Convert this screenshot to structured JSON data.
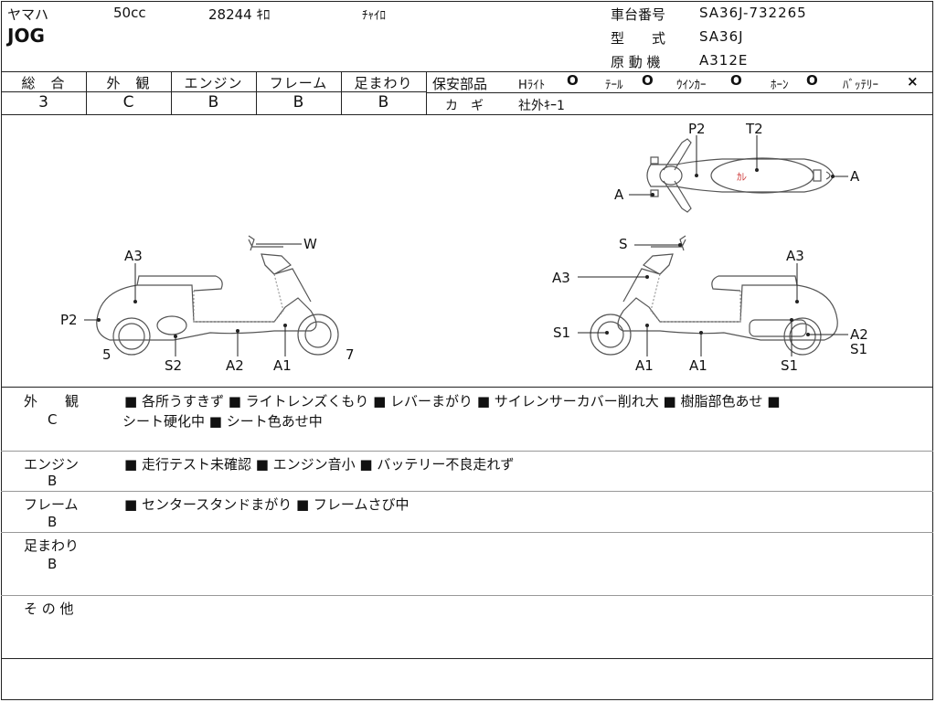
{
  "header": {
    "maker": "ヤマハ",
    "displacement": "50cc",
    "mileage": "28244 ｷﾛ",
    "color": "ﾁｬｲﾛ",
    "model_name": "JOG",
    "frame_no_label": "車台番号",
    "frame_no": "SA36J-732265",
    "type_label": "型　　式",
    "type_value": "SA36J",
    "engine_label": "原 動 機",
    "engine_value": "A312E"
  },
  "grades": {
    "headers": [
      "総　合",
      "外　観",
      "エンジン",
      "フレーム",
      "足まわり"
    ],
    "values": [
      "3",
      "C",
      "B",
      "B",
      "B"
    ]
  },
  "safety": {
    "label": "保安部品",
    "items": [
      {
        "name": "Hﾗｲﾄ",
        "mark": "O"
      },
      {
        "name": "ﾃｰﾙ",
        "mark": "O"
      },
      {
        "name": "ｳｲﾝｶｰ",
        "mark": "O"
      },
      {
        "name": "ﾎｰﾝ",
        "mark": "O"
      },
      {
        "name": "ﾊﾞｯﾃﾘｰ",
        "mark": "×"
      }
    ],
    "key_label": "カ　ギ",
    "key_value": "社外ｷｰ1"
  },
  "diagram_labels": {
    "top_p2": "P2",
    "top_t2": "T2",
    "top_a_right": "A",
    "top_a_left": "A",
    "top_mark": "ｶﾚ",
    "left_w": "W",
    "left_a3": "A3",
    "left_p2": "P2",
    "left_5": "5",
    "left_s2": "S2",
    "left_a2": "A2",
    "left_a1": "A1",
    "left_7": "7",
    "right_s": "S",
    "right_a3_left": "A3",
    "right_a3_right": "A3",
    "right_s1_left": "S1",
    "right_a1_a": "A1",
    "right_a1_b": "A1",
    "right_s1_bottom": "S1",
    "right_a2": "A2",
    "right_s1_right": "S1"
  },
  "remarks": [
    {
      "title": "外　　観",
      "grade": "C",
      "line1": "■ 各所うすきず ■ ライトレンズくもり ■ レバーまがり ■ サイレンサーカバー削れ大 ■ 樹脂部色あせ ■",
      "line2": "シート硬化中 ■ シート色あせ中"
    },
    {
      "title": "エンジン",
      "grade": "B",
      "line1": "■ 走行テスト未確認 ■ エンジン音小 ■ バッテリー不良走れず",
      "line2": ""
    },
    {
      "title": "フレーム",
      "grade": "B",
      "line1": "■ センタースタンドまがり ■ フレームさび中",
      "line2": ""
    },
    {
      "title": "足まわり",
      "grade": "B",
      "line1": "",
      "line2": ""
    },
    {
      "title": "そ の 他",
      "grade": "",
      "line1": "",
      "line2": ""
    }
  ]
}
